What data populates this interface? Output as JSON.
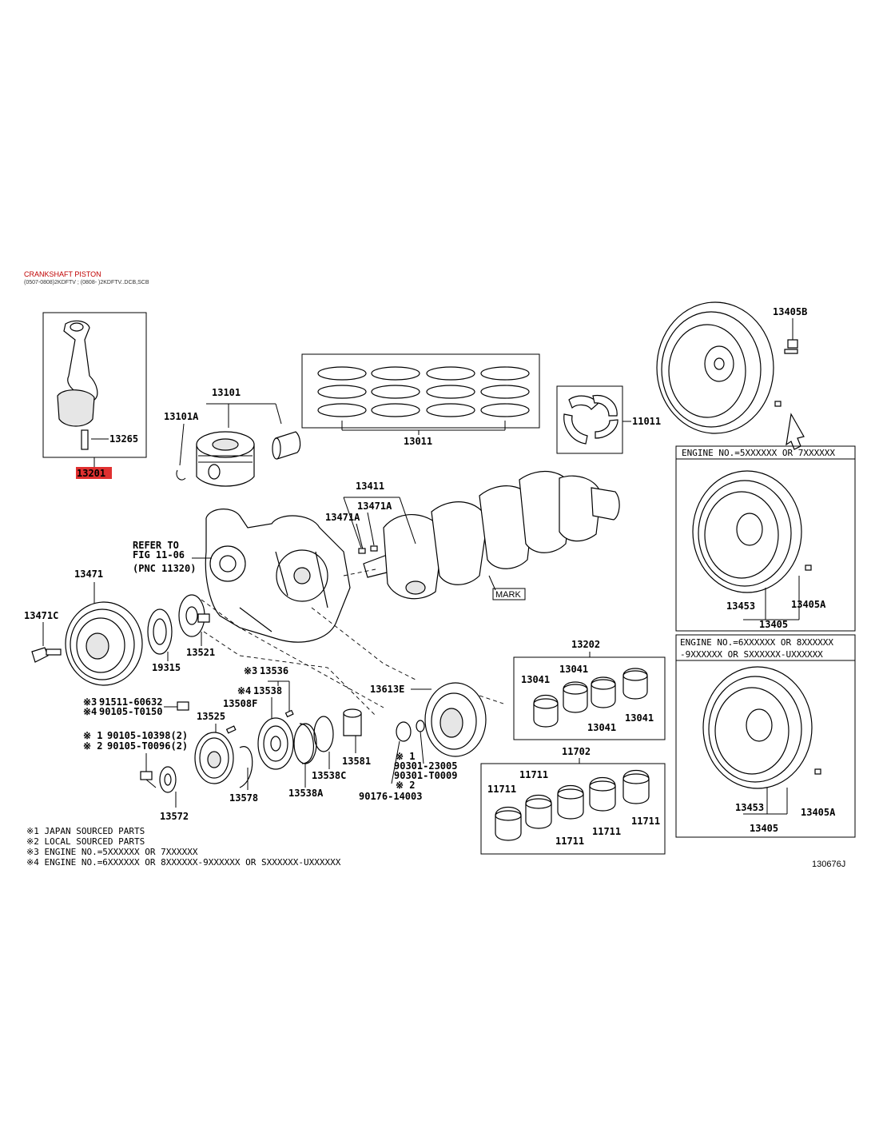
{
  "title": "CRANKSHAFT PISTON",
  "subtitle": "(0507-0808)2KDFTV ; (0808- )2KDFTV..DCB,SCB",
  "highlight_color": "#e03030",
  "title_color": "#c00000",
  "figure_code": "130676J",
  "labels": {
    "p13265": "13265",
    "p13201": "13201",
    "p13101": "13101",
    "p13101A": "13101A",
    "p13011": "13011",
    "p11011": "11011",
    "p13405B": "13405B",
    "p13411": "13411",
    "p13471A_1": "13471A",
    "p13471A_2": "13471A",
    "p13471": "13471",
    "p13471C": "13471C",
    "p19315": "19315",
    "p13521": "13521",
    "mark": "MARK",
    "p13202": "13202",
    "p13041_1": "13041",
    "p13041_2": "13041",
    "p13041_3": "13041",
    "p13041_4": "13041",
    "p13613E": "13613E",
    "p11702": "11702",
    "p11711_1": "11711",
    "p11711_2": "11711",
    "p11711_3": "11711",
    "p11711_4": "11711",
    "p11711_5": "11711",
    "p13536": "13536",
    "p13538": "13538",
    "p13508F": "13508F",
    "p13525": "13525",
    "p13578": "13578",
    "p13572": "13572",
    "p13538C": "13538C",
    "p13538A": "13538A",
    "p13581": "13581",
    "p90301_23005": "90301-23005",
    "p90301_T0009": "90301-T0009",
    "p90176_14003": "90176-14003",
    "p91511_60632": "91511-60632",
    "p90105_T0150": "90105-T0150",
    "p90105_10398": "90105-10398(2)",
    "p90105_T0096": "90105-T0096(2)",
    "ref3_13536": "※3",
    "ref4_13538": "※4",
    "ref3_91511": "※3",
    "ref4_90105": "※4",
    "ref1_90105": "※ 1",
    "ref2_90105": "※ 2",
    "ref1_90301": "※ 1",
    "ref2_90301": "※ 2",
    "refer_to_1": "REFER TO",
    "refer_to_2": "FIG 11-06",
    "refer_to_3": "(PNC 11320)",
    "fw1_13453": "13453",
    "fw1_13405A": "13405A",
    "fw1_13405": "13405",
    "fw2_13453": "13453",
    "fw2_13405A": "13405A",
    "fw2_13405": "13405"
  },
  "engine_boxes": {
    "box1_header": "ENGINE NO.=5XXXXXX OR 7XXXXXX",
    "box2_header_1": "ENGINE NO.=6XXXXXX OR 8XXXXXX",
    "box2_header_2": "-9XXXXXX OR SXXXXXX-UXXXXXX"
  },
  "notes": [
    "※1 JAPAN SOURCED PARTS",
    "※2 LOCAL SOURCED PARTS",
    "※3 ENGINE NO.=5XXXXXX OR 7XXXXXX",
    "※4 ENGINE NO.=6XXXXXX OR 8XXXXXX-9XXXXXX OR SXXXXXX-UXXXXXX"
  ]
}
